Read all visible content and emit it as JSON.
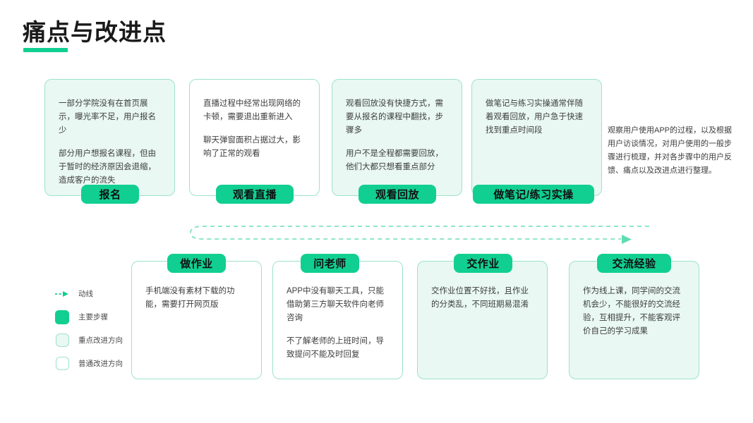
{
  "page": {
    "title": "痛点与改进点",
    "accent_color": "#11cf91",
    "card_tint_color": "#e9f8f2",
    "card_border_color": "#9ce3c9",
    "side_note": "观察用户使用APP的过程，以及根据用户访谈情况，对用户使用的一般步骤进行梳理，并对各步骤中的用户反馈、痛点以及改进点进行整理。"
  },
  "legend": {
    "items": [
      {
        "key": "flow-line",
        "icon": "dashed-arrow-icon",
        "label": "动线"
      },
      {
        "key": "main-step",
        "icon": "solid-swatch",
        "label": "主要步骤"
      },
      {
        "key": "key-improvement",
        "icon": "tint-swatch",
        "label": "重点改进方向"
      },
      {
        "key": "normal-improvement",
        "icon": "plain-swatch",
        "label": "普通改进方向"
      }
    ]
  },
  "top_row": {
    "cards": [
      {
        "id": "baoming",
        "label": "报名",
        "style": "tint",
        "paragraphs": [
          "一部分学院没有在首页展示，曝光率不足，用户报名少",
          "部分用户想报名课程，但由于暂时的经济原因会退缩，造成客户的流失"
        ]
      },
      {
        "id": "guankan-zhibo",
        "label": "观看直播",
        "style": "plain",
        "paragraphs": [
          "直播过程中经常出现网络的卡顿，需要退出重新进入",
          "聊天弹窗面积占据过大，影响了正常的观看"
        ]
      },
      {
        "id": "guankan-huifang",
        "label": "观看回放",
        "style": "tint",
        "paragraphs": [
          "观看回放没有快捷方式，需要从报名的课程中翻找，步骤多",
          "用户不是全程都需要回放，他们大都只想看重点部分"
        ]
      },
      {
        "id": "zuobiji-lianxi",
        "label": "做笔记/练习实操",
        "style": "tint",
        "paragraphs": [
          "做笔记与练习实操通常伴随着观看回放，用户急于快速找到重点时间段"
        ]
      }
    ]
  },
  "bottom_row": {
    "cards": [
      {
        "id": "zuozuoye",
        "label": "做作业",
        "style": "plain",
        "paragraphs": [
          "手机端没有素材下载的功能，需要打开网页版"
        ]
      },
      {
        "id": "wenlaoshi",
        "label": "问老师",
        "style": "plain",
        "paragraphs": [
          "APP中没有聊天工具，只能借助第三方聊天软件向老师咨询",
          "不了解老师的上班时间，导致提问不能及时回复"
        ]
      },
      {
        "id": "jiaozuoye",
        "label": "交作业",
        "style": "tint",
        "paragraphs": [
          "交作业位置不好找，且作业的分类乱，不同班期易混淆"
        ]
      },
      {
        "id": "jiaoliujingyan",
        "label": "交流经验",
        "style": "tint",
        "paragraphs": [
          "作为线上课，同学间的交流机会少，不能很好的交流经验，互相提升，不能客观评价自己的学习成果"
        ]
      }
    ]
  }
}
